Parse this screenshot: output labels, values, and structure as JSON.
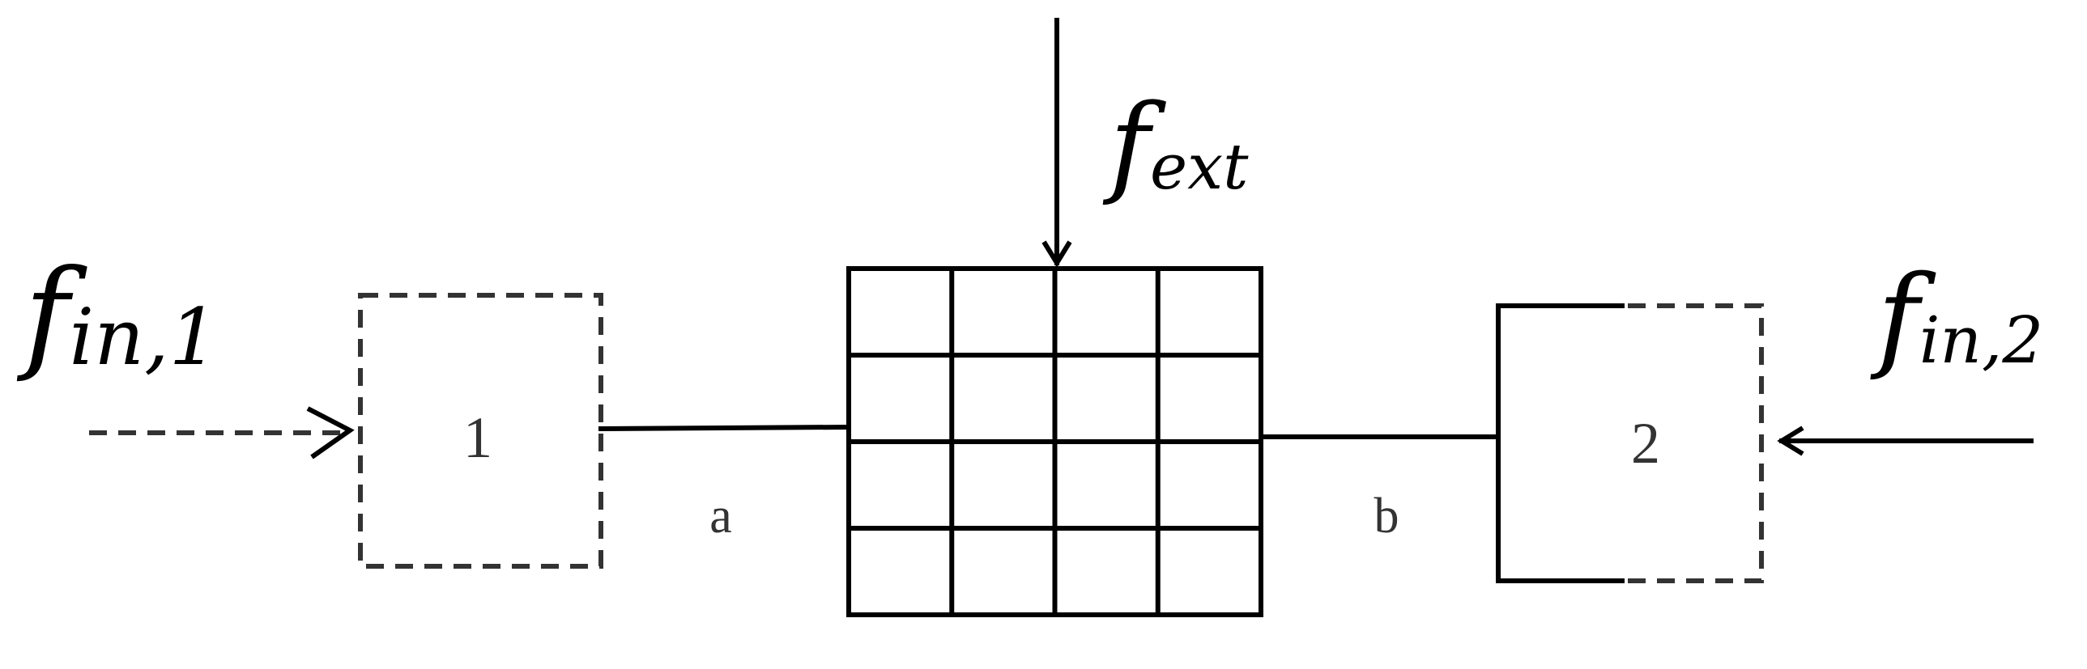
{
  "labels": {
    "f_ext": {
      "base": "f",
      "sub": "ext"
    },
    "f_in1": {
      "base": "f",
      "sub": "in,1"
    },
    "f_in2": {
      "base": "f",
      "sub": "in,2"
    },
    "box1": "1",
    "box2": "2",
    "link_a": "a",
    "link_b": "b"
  },
  "grid": {
    "rows": 4,
    "cols": 4
  }
}
